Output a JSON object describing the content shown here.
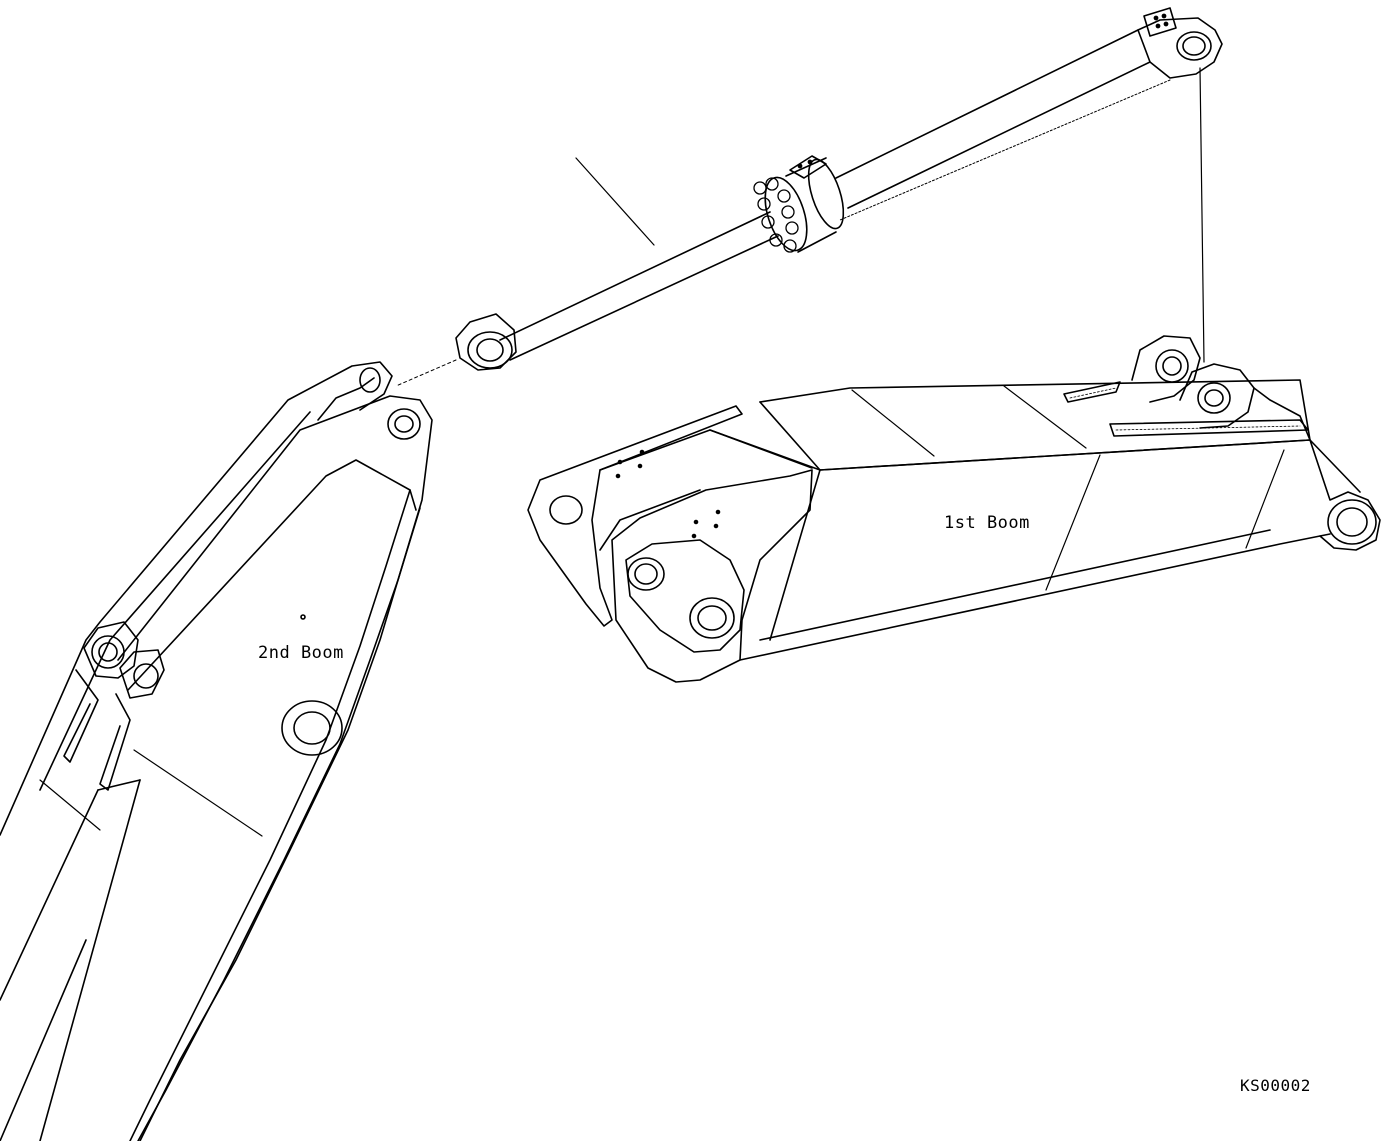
{
  "labels": {
    "second_boom": "2nd Boom",
    "first_boom": "1st Boom",
    "drawing_code": "KS00002"
  },
  "colors": {
    "line": "#000000",
    "background": "#ffffff"
  }
}
